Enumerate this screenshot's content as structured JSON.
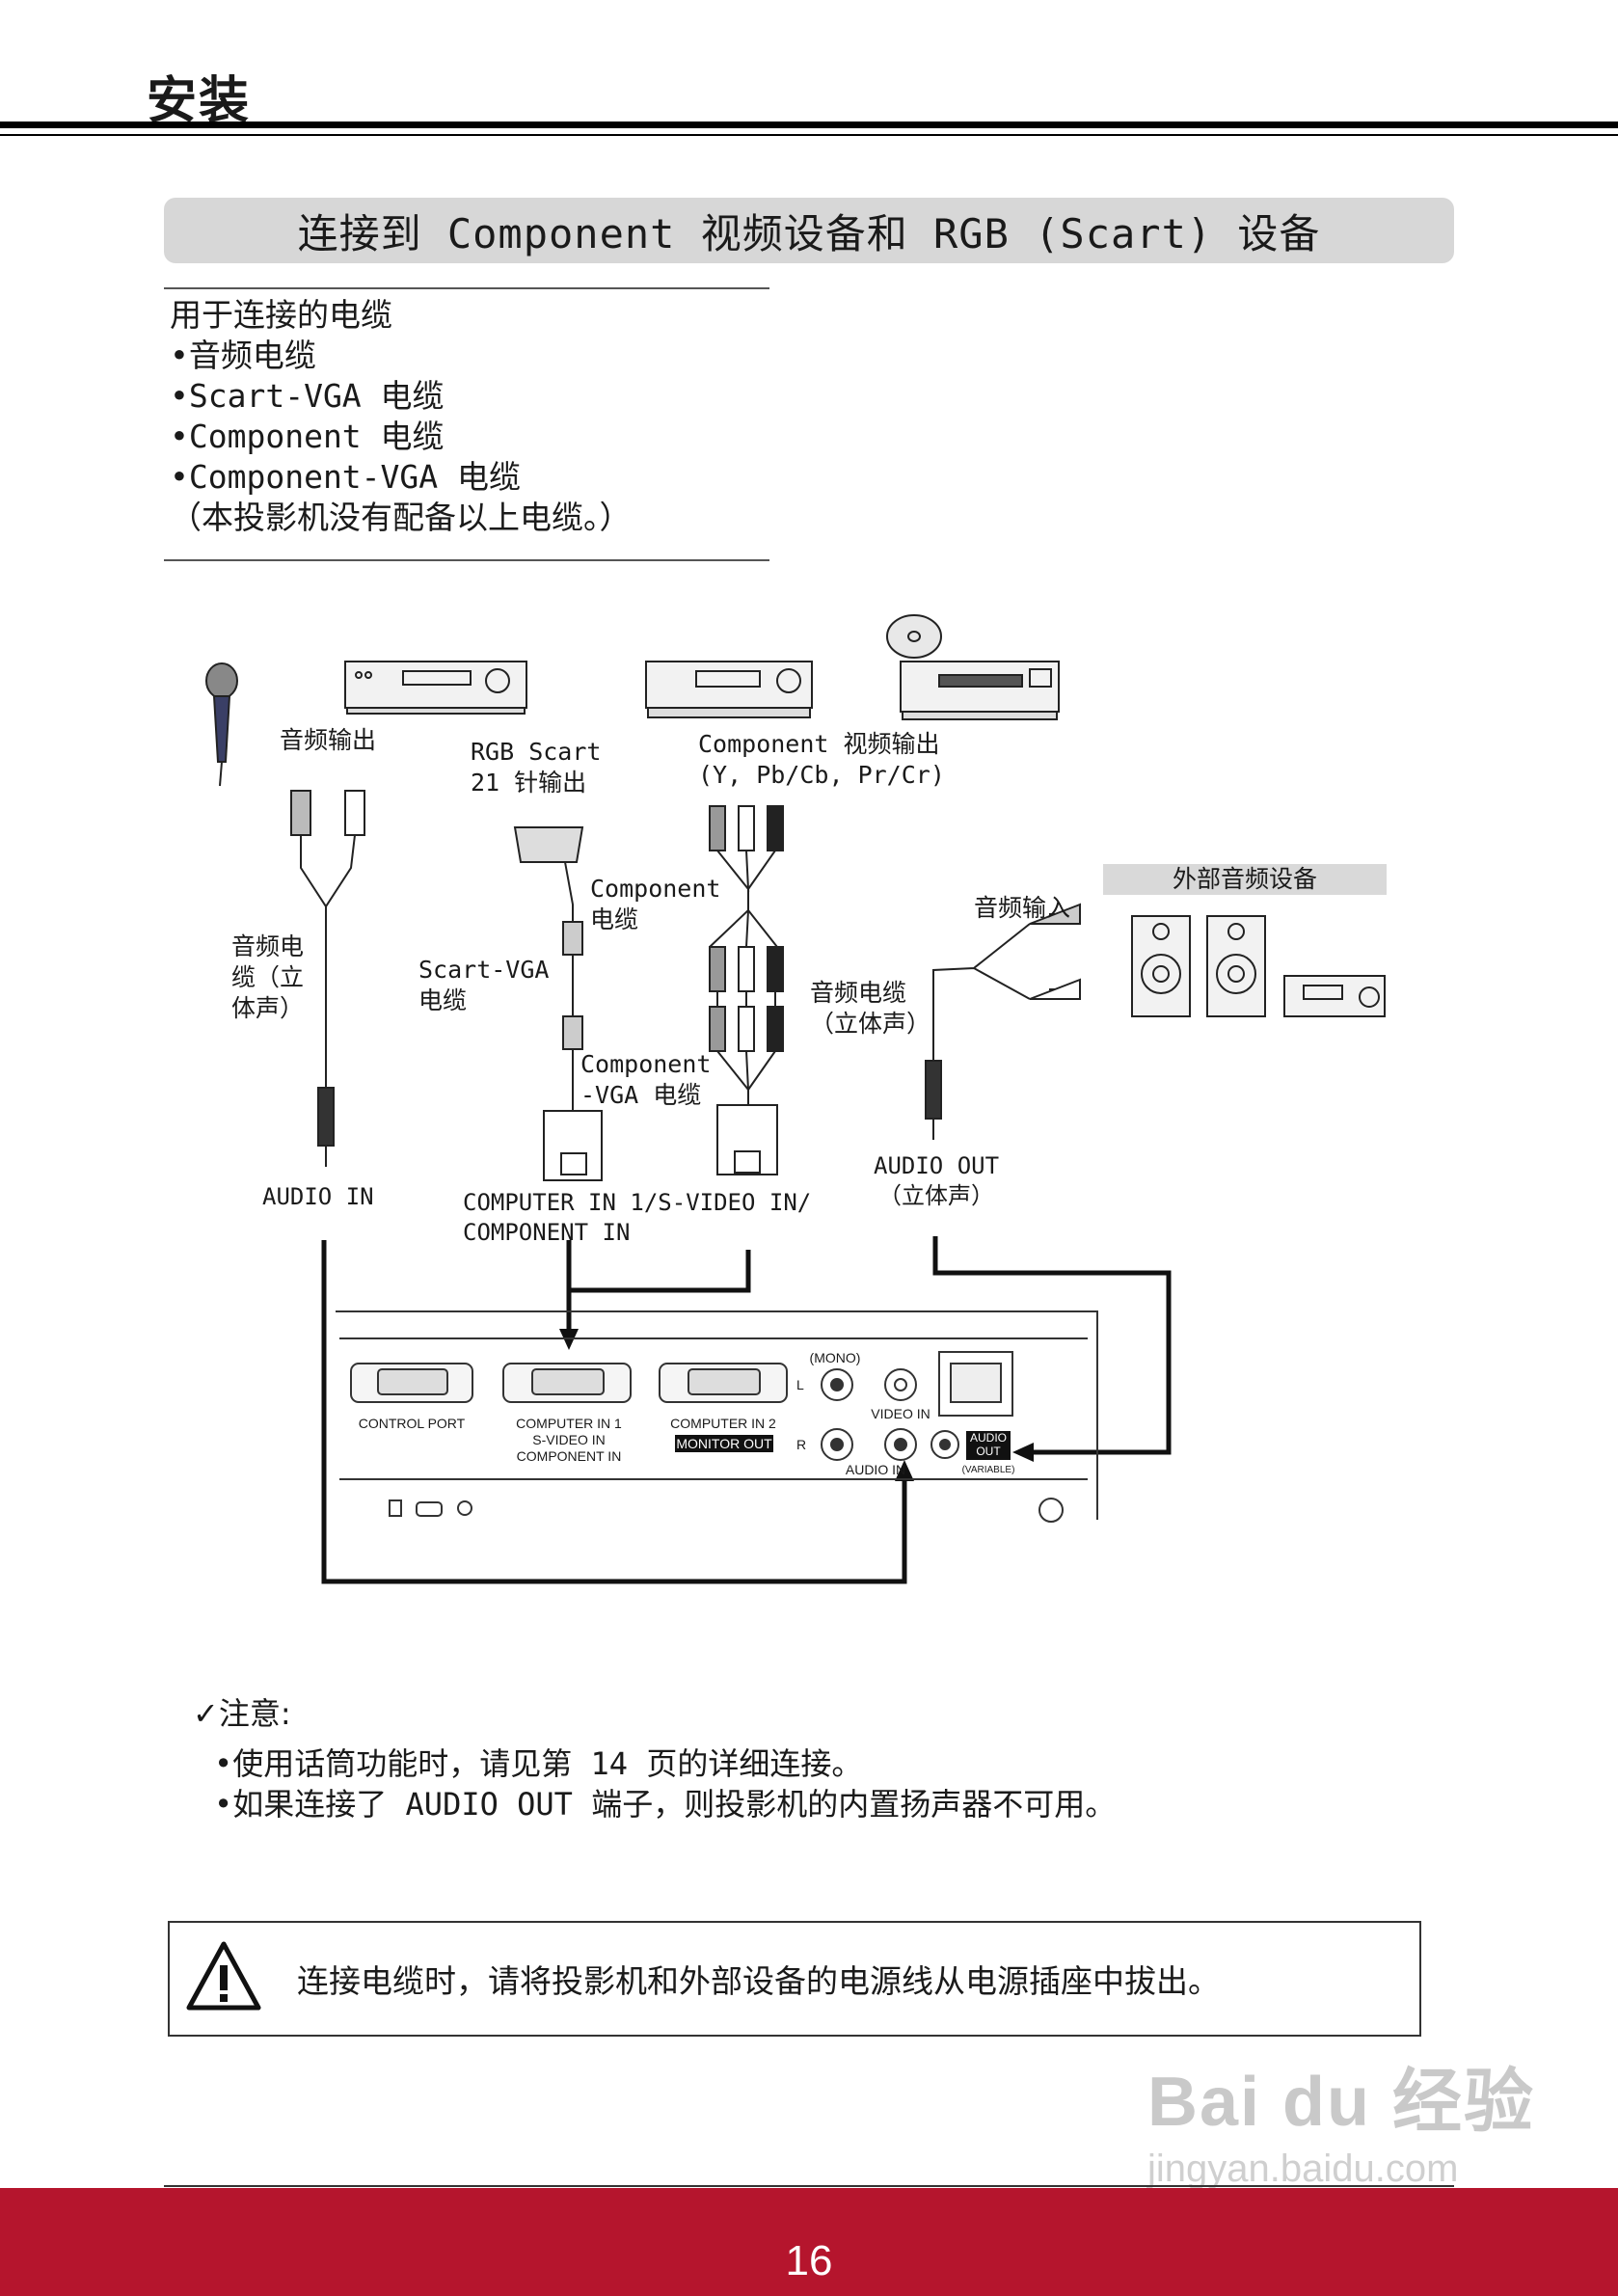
{
  "header": {
    "title": "安装"
  },
  "section": {
    "title": "连接到 Component 视频设备和 RGB (Scart) 设备"
  },
  "cables": {
    "heading": "用于连接的电缆",
    "items": [
      "•音频电缆",
      "•Scart-VGA 电缆",
      "•Component 电缆",
      "•Component-VGA 电缆"
    ],
    "footnote": "（本投影机没有配备以上电缆。）"
  },
  "diagram": {
    "audio_out_label": "音频输出",
    "rgb_scart_label": "RGB Scart\n21 针输出",
    "component_out_label": "Component 视频输出\n(Y, Pb/Cb, Pr/Cr)",
    "external_audio_label": "外部音频设备",
    "audio_in_src_label": "音频输入",
    "component_cable_label": "Component\n电缆",
    "audio_cable_left_label": "音频电\n缆（立\n体声）",
    "scart_vga_label": "Scart-VGA\n电缆",
    "audio_cable_right_label": "音频电缆\n（立体声）",
    "component_vga_label": "Component\n-VGA 电缆",
    "audio_in_label": "AUDIO IN",
    "computer_in_label": "COMPUTER IN 1/S-VIDEO IN/\nCOMPONENT IN",
    "audio_out_port_label": "AUDIO OUT\n（立体声）",
    "panel": {
      "control_port": "CONTROL PORT",
      "computer_in1": "COMPUTER IN 1\nS-VIDEO IN\nCOMPONENT IN",
      "computer_in2": "COMPUTER IN 2",
      "monitor_out": "MONITOR OUT",
      "mono": "(MONO)",
      "l": "L",
      "r": "R",
      "audio_in": "AUDIO IN",
      "video_in": "VIDEO IN",
      "audio_out": "AUDIO\nOUT",
      "variable": "(VARIABLE)"
    }
  },
  "notes": {
    "heading": "✓注意:",
    "items": [
      "•使用话筒功能时，请见第 14 页的详细连接。",
      "•如果连接了 AUDIO OUT 端子，则投影机的内置扬声器不可用。"
    ]
  },
  "warning": {
    "text": "连接电缆时，请将投影机和外部设备的电源线从电源插座中拔出。"
  },
  "footer": {
    "page_number": "16"
  },
  "watermark": {
    "logo": "Bai du 经验",
    "url": "jingyan.baidu.com"
  }
}
